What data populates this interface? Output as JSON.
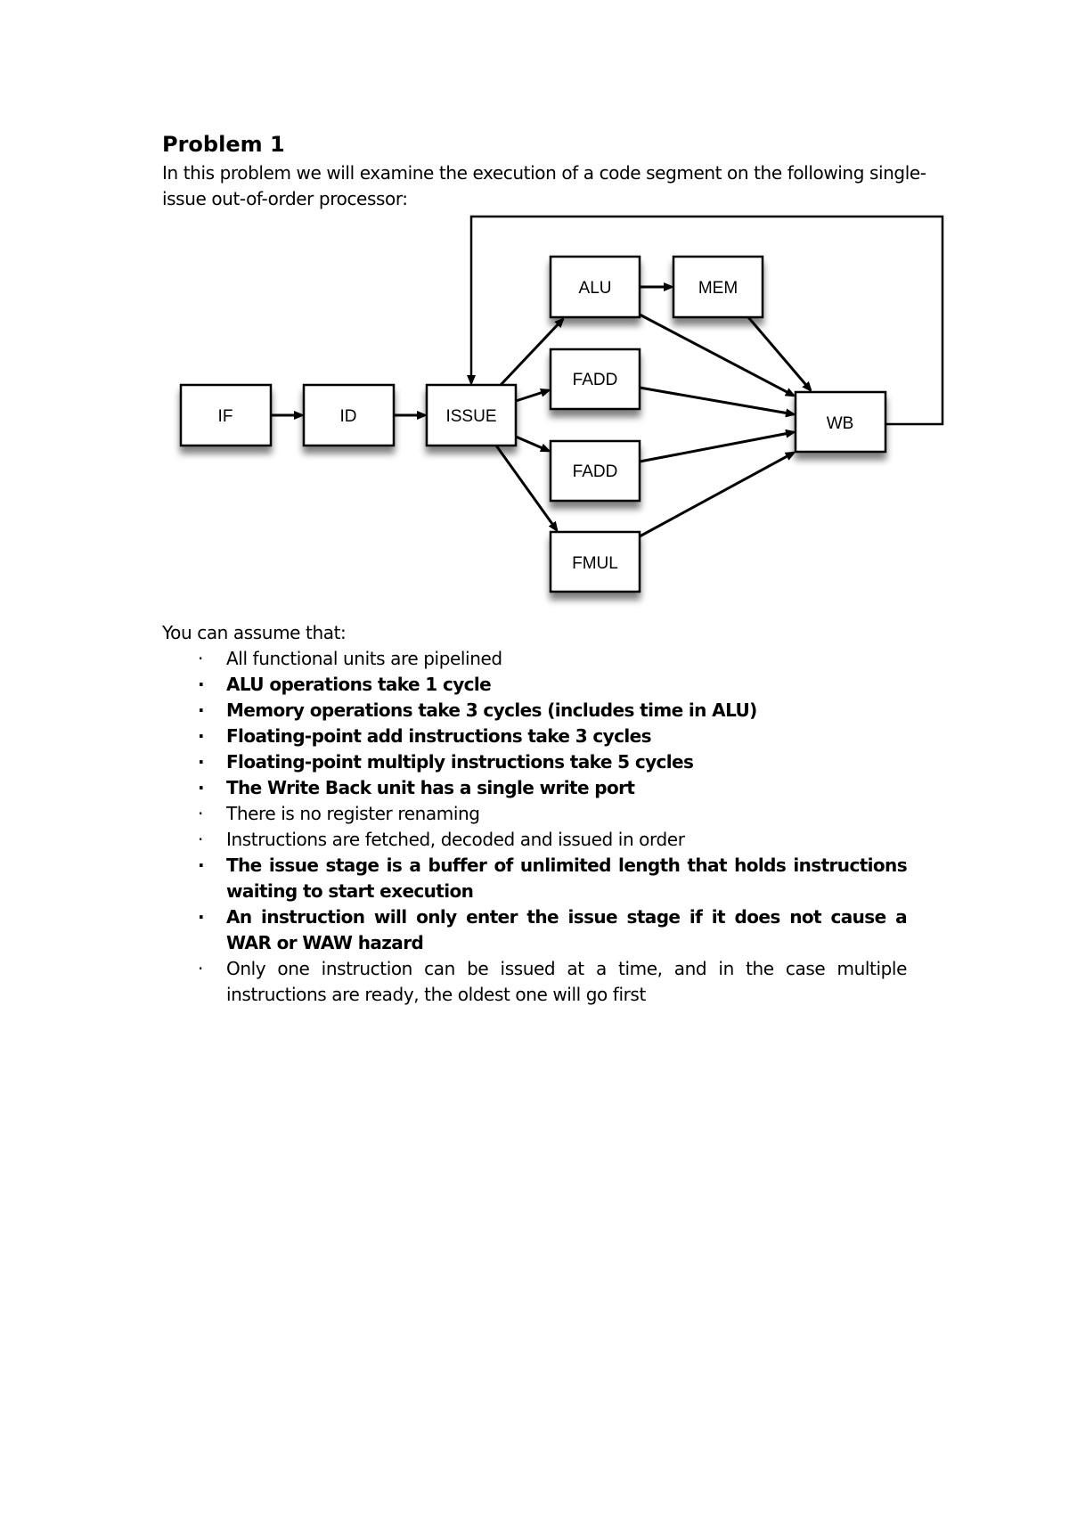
{
  "title": "Problem 1",
  "intro": "In this problem we will examine the execution of a code segment on the following single-issue out-of-order processor:",
  "diagram": {
    "stages": {
      "if": "IF",
      "id": "ID",
      "issue": "ISSUE",
      "alu": "ALU",
      "mem": "MEM",
      "fadd1": "FADD",
      "fadd2": "FADD",
      "fmul": "FMUL",
      "wb": "WB"
    }
  },
  "assume_heading": "You can assume that:",
  "bullet_glyph": "·",
  "assumptions": [
    {
      "text": "All functional units are pipelined",
      "bold": false
    },
    {
      "text": "ALU operations take 1 cycle",
      "bold": true
    },
    {
      "text": "Memory operations take 3 cycles (includes time in ALU)",
      "bold": true
    },
    {
      "text": "Floating-point add instructions take 3 cycles",
      "bold": true
    },
    {
      "text": "Floating-point multiply instructions take 5 cycles",
      "bold": true
    },
    {
      "text": "The Write Back unit has a single write port",
      "bold": true
    },
    {
      "text": "There is no register renaming",
      "bold": false
    },
    {
      "text": "Instructions are fetched, decoded and issued in order",
      "bold": false
    },
    {
      "text": "The issue stage is a buffer of unlimited length that holds instructions waiting to start execution",
      "bold": true
    },
    {
      "text": "An instruction will only enter the issue stage if it does not cause a WAR or WAW hazard",
      "bold": true
    },
    {
      "text": "Only one instruction can be issued at a time, and in the case multiple instructions are ready, the oldest one will go first",
      "bold": false
    }
  ]
}
